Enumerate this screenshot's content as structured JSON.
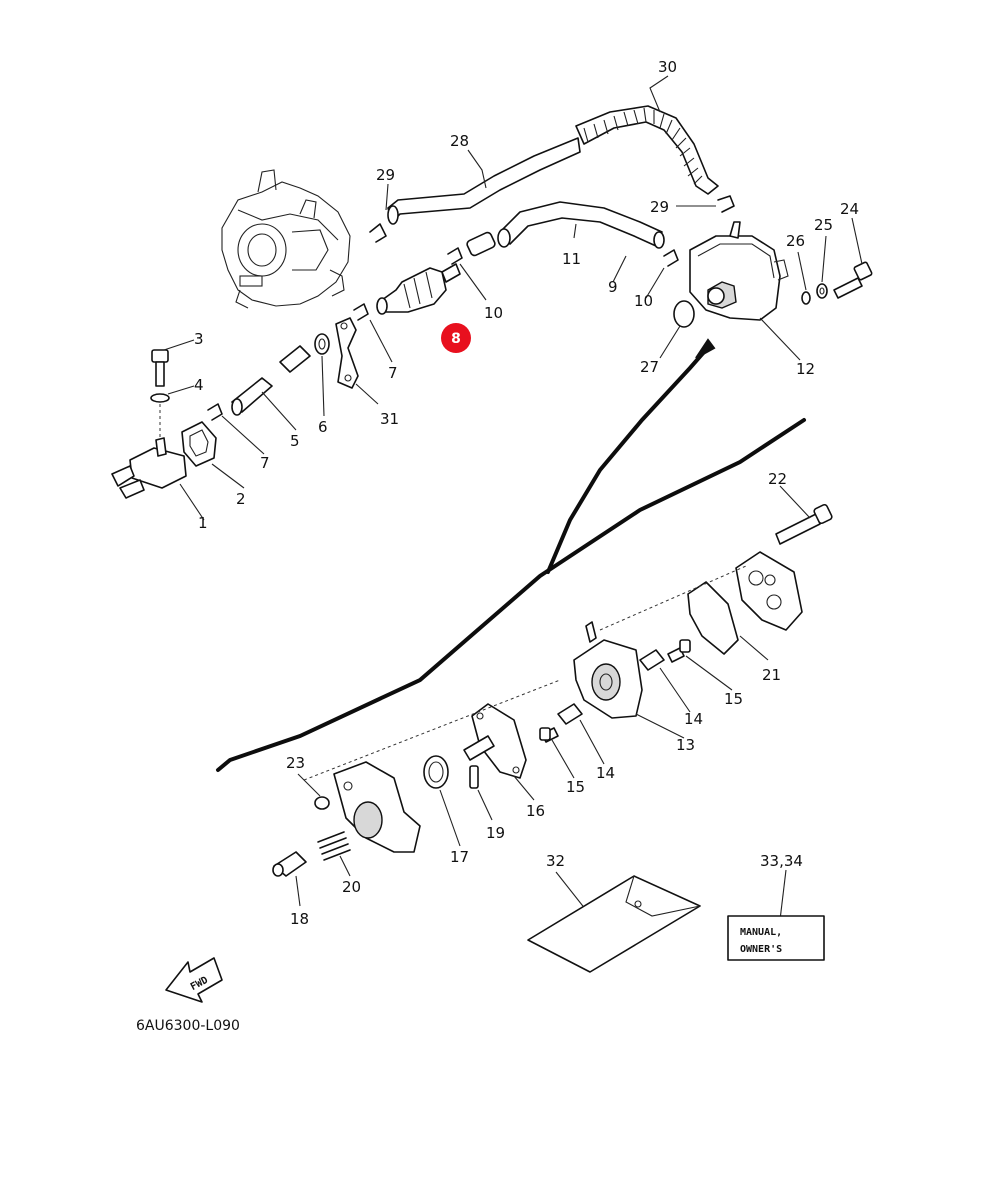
{
  "diagram": {
    "highlight": {
      "label": "8",
      "color": "#e8101e"
    },
    "diagram_code": "6AU6300-L090",
    "fwd_badge": "FWD",
    "manual_box": {
      "line1": "MANUAL,",
      "line2": "OWNER'S"
    },
    "callouts": {
      "c1": "1",
      "c2": "2",
      "c3": "3",
      "c4": "4",
      "c5": "5",
      "c6": "6",
      "c7a": "7",
      "c7b": "7",
      "c9": "9",
      "c10a": "10",
      "c10b": "10",
      "c11": "11",
      "c12": "12",
      "c13": "13",
      "c14a": "14",
      "c14b": "14",
      "c15a": "15",
      "c15b": "15",
      "c16": "16",
      "c17": "17",
      "c18": "18",
      "c19": "19",
      "c20": "20",
      "c21": "21",
      "c22": "22",
      "c23": "23",
      "c24": "24",
      "c25": "25",
      "c26": "26",
      "c27": "27",
      "c28": "28",
      "c29a": "29",
      "c29b": "29",
      "c30": "30",
      "c31": "31",
      "c32": "32",
      "c3334": "33,34"
    }
  }
}
